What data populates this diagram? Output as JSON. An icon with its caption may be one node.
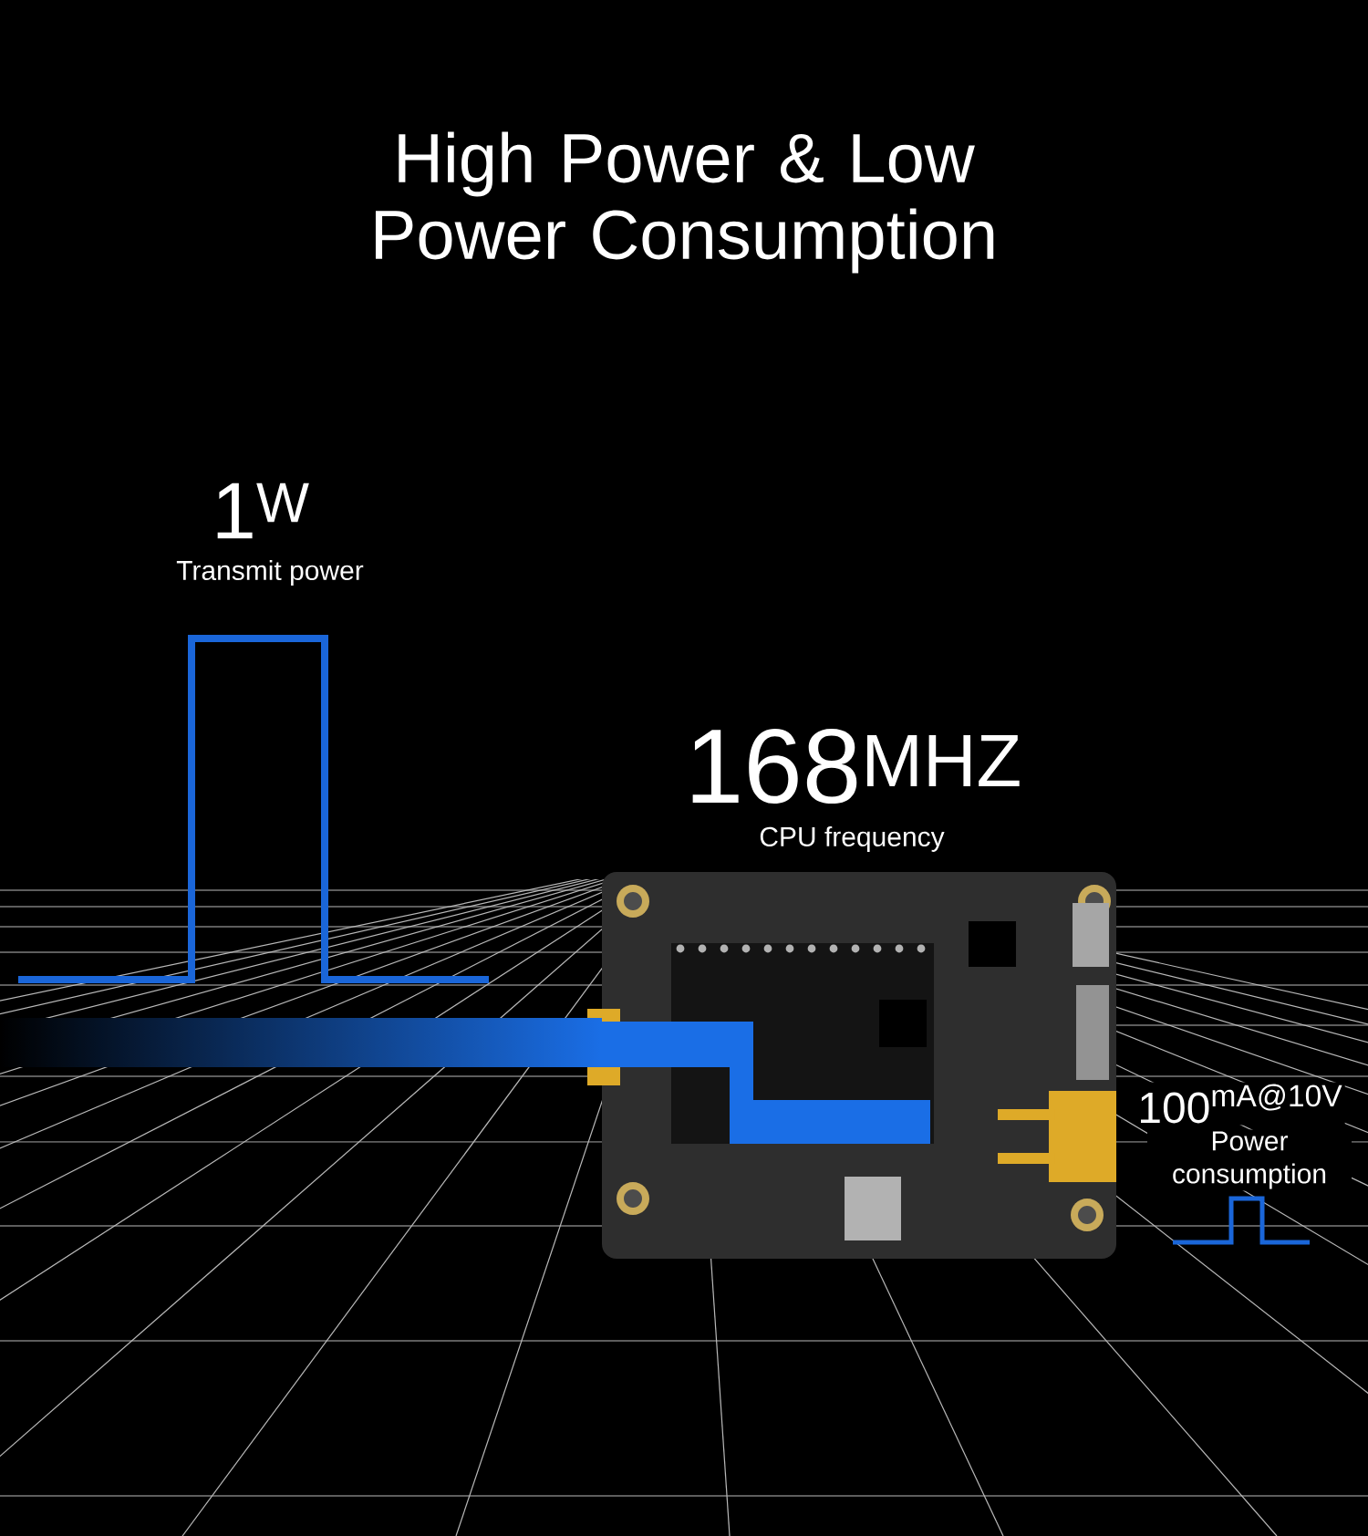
{
  "diagram": {
    "title": "High Power & Low Power Consumption",
    "labels": [
      "1$^{W}$",
      "Transmit power",
      "168$^{MHZ}$",
      "CPU frequency",
      "100$^{mA@10V}$",
      "Power consumption"
    ]
  }
}
